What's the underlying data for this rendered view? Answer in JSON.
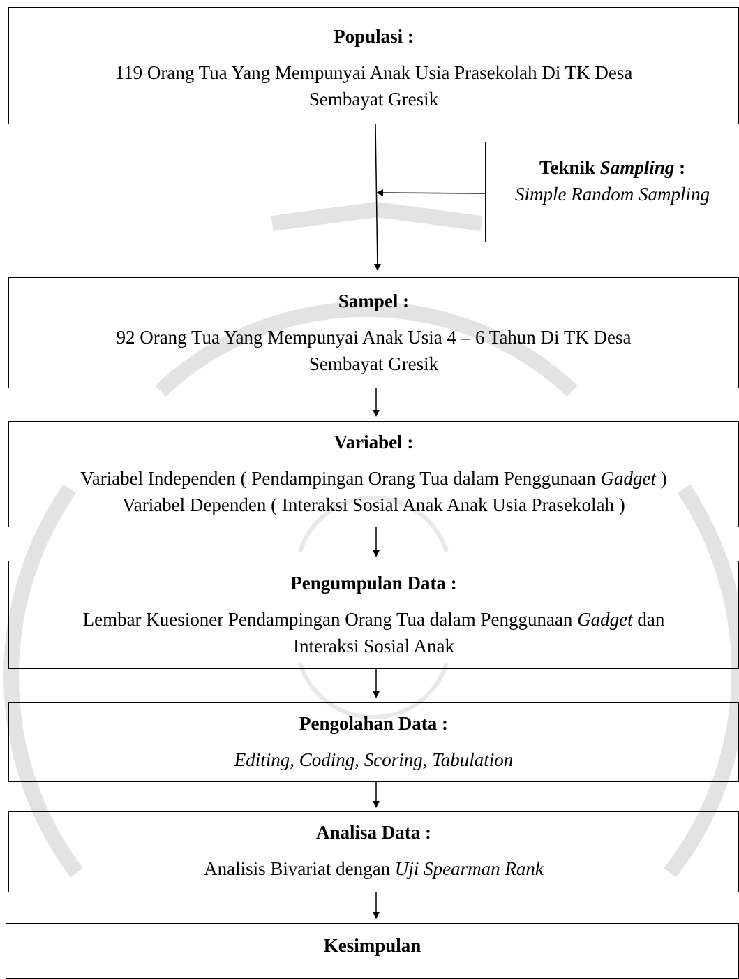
{
  "populasi": {
    "title": "Populasi :",
    "line1": "119 Orang Tua Yang Mempunyai Anak Usia Prasekolah Di TK Desa",
    "line2": "Sembayat Gresik"
  },
  "teknik": {
    "title_plain": "Teknik",
    "title_italic": "Sampling",
    "title_colon": " :",
    "value": "Simple Random Sampling"
  },
  "sampel": {
    "title": "Sampel :",
    "line1": "92 Orang Tua Yang Mempunyai Anak Usia 4 – 6 Tahun Di TK Desa",
    "line2": "Sembayat Gresik"
  },
  "variabel": {
    "title": "Variabel :",
    "line1_a": "Variabel Independen ( Pendampingan Orang Tua dalam Penggunaan ",
    "line1_italic": "Gadget",
    "line1_b": " )",
    "line2": "Variabel Dependen ( Interaksi Sosial Anak Anak Usia Prasekolah )"
  },
  "pengumpulan": {
    "title": "Pengumpulan Data :",
    "line1_a": "Lembar Kuesioner Pendampingan Orang Tua dalam Penggunaan ",
    "line1_italic": "Gadget",
    "line1_b": " dan",
    "line2": "Interaksi Sosial Anak"
  },
  "pengolahan": {
    "title": "Pengolahan Data :",
    "line1": "Editing, Coding, Scoring, Tabulation"
  },
  "analisa": {
    "title": "Analisa Data :",
    "line1_a": "Analisis Bivariat dengan ",
    "line1_italic": "Uji Spearman Rank"
  },
  "kesimpulan": {
    "title": "Kesimpulan"
  },
  "colors": {
    "stroke": "#000000",
    "watermark": "#d9d9d9"
  }
}
